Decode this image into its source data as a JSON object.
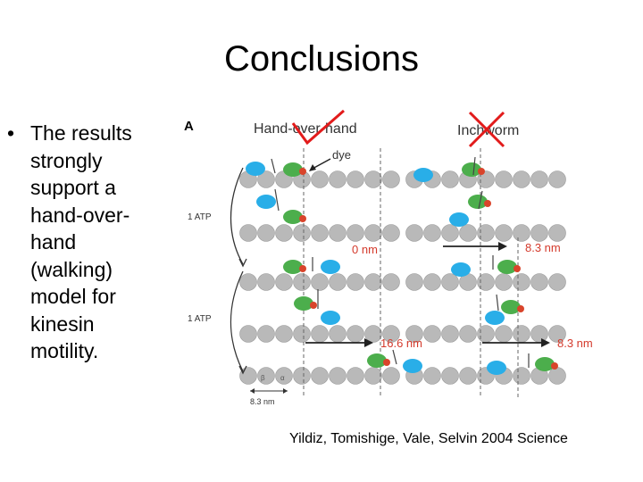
{
  "slide": {
    "title": "Conclusions",
    "bullet_marker": "•",
    "bullet_text": "The results strongly support a hand-over-hand (walking) model for kinesin motility.",
    "citation": "Yildiz, Tomishige, Vale, Selvin 2004 Science"
  },
  "figure": {
    "panel_label": "A",
    "left_heading": "Hand-over-hand",
    "right_heading": "Inchworm",
    "dye_label": "dye",
    "atp_labels": [
      "1 ATP",
      "1 ATP"
    ],
    "left_distances": [
      "0 nm",
      "16.6 nm"
    ],
    "right_distances": [
      "8.3 nm",
      "8.3 nm"
    ],
    "beta_label": "β",
    "alpha_label": "α",
    "scale_label": "8.3 nm",
    "left_mark": "check",
    "right_mark": "cross",
    "colors": {
      "tubulin": "#b9b9b9",
      "head_blue": "#29aee8",
      "head_green": "#4cae4c",
      "dye": "#d9442b",
      "arrow": "#222222",
      "distance_text": "#d43a2c",
      "mark": "#e21b1b"
    }
  }
}
